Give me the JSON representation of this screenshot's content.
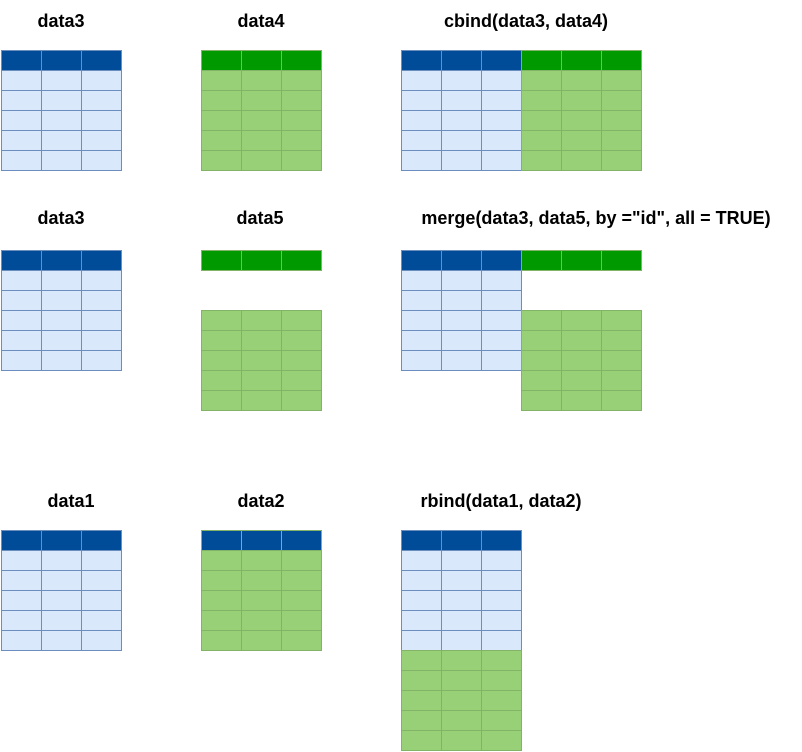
{
  "labels": {
    "row1": {
      "left": "data3",
      "mid": "data4",
      "right": "cbind(data3, data4)"
    },
    "row2": {
      "left": "data3",
      "mid": "data5",
      "right": "merge(data3, data5, by =\"id\", all = TRUE)"
    },
    "row3": {
      "left": "data1",
      "mid": "data2",
      "right": "rbind(data1, data2)"
    }
  },
  "colors": {
    "blue_header": "#004c99",
    "blue_cell": "#dae8fc",
    "blue_border": "#6c8ebf",
    "green_header": "#009900",
    "green_cell": "#97d077",
    "green_border": "#82b366"
  }
}
